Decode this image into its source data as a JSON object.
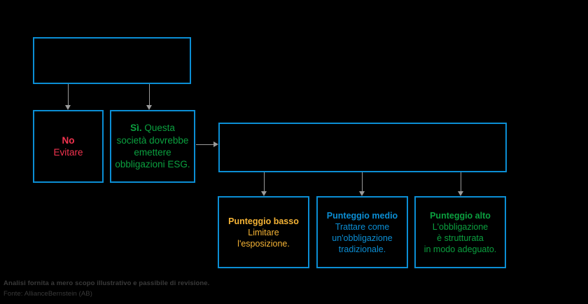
{
  "colors": {
    "background": "#000000",
    "box_border": "#0b8ed4",
    "arrow": "#9a9a9a",
    "red": "#f2334f",
    "green": "#0ba03f",
    "orange": "#f5b335",
    "blue": "#0b8ed4",
    "footer_text": "#3a3a3a"
  },
  "diagram": {
    "top_box": {
      "text": ""
    },
    "decision_no": {
      "title": "No",
      "body": "Evitare"
    },
    "decision_si": {
      "title": "Sì.",
      "body_rest": " Questa",
      "line2": "società dovrebbe",
      "line3": "emettere",
      "line4": "obbligazioni ESG."
    },
    "middle_box": {
      "text": ""
    },
    "scores": [
      {
        "title": "Punteggio basso",
        "line1": "Limitare",
        "line2": "l'esposizione.",
        "line3": "",
        "color": "#f5b335"
      },
      {
        "title": "Punteggio medio",
        "line1": "Trattare come",
        "line2": "un'obbligazione",
        "line3": "tradizionale.",
        "color": "#0b8ed4"
      },
      {
        "title": "Punteggio alto",
        "line1": "L'obbligazione",
        "line2": "è strutturata",
        "line3": "in modo adeguato.",
        "color": "#0ba03f"
      }
    ]
  },
  "footer": {
    "note": "Analisi fornita a mero scopo illustrativo e passibile di revisione.",
    "source": "Fonte: AllianceBernstein (AB)"
  }
}
